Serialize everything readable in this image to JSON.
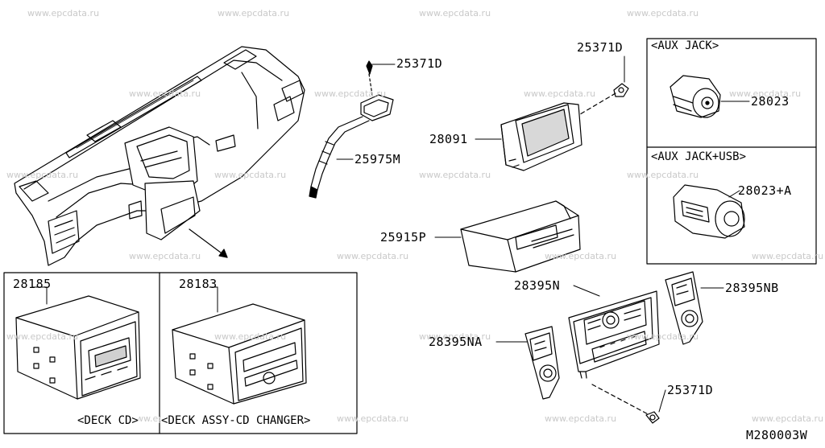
{
  "watermark": "www.epcdata.ru",
  "diagram_code": "M280003W",
  "callouts": {
    "p25371d_a": "25371D",
    "p25975m": "25975M",
    "p25371d_b": "25371D",
    "p28091": "28091",
    "p25915p": "25915P",
    "p28023": "28023",
    "p28023a": "28023+A",
    "p28395n": "28395N",
    "p28395nb": "28395NB",
    "p28395na": "28395NA",
    "p25371d_c": "25371D",
    "p28185": "28185",
    "p28183": "28183"
  },
  "boxes": {
    "aux_jack": "<AUX JACK>",
    "aux_jack_usb": "<AUX JACK+USB>",
    "deck_cd": "<DECK CD>",
    "deck_changer": "<DECK ASSY-CD CHANGER>"
  }
}
